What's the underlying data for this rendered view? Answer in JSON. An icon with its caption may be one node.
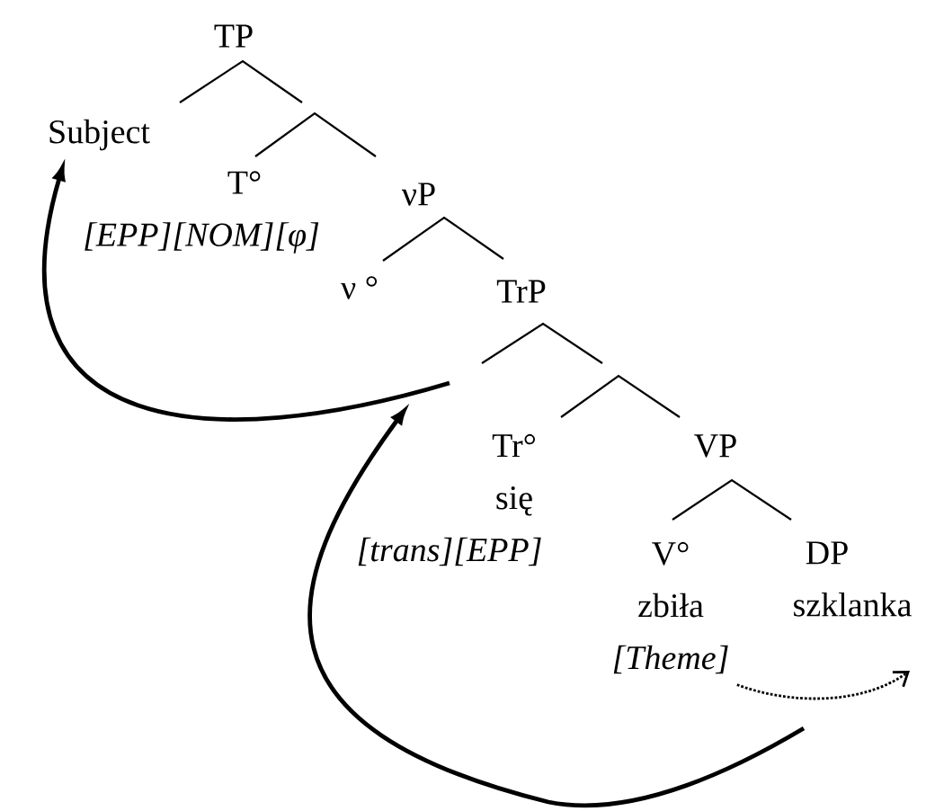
{
  "diagram": {
    "nodes": [
      {
        "text": [
          "TP"
        ]
      },
      {
        "text": [
          "Subject"
        ]
      },
      {
        "text": [
          "T°",
          "[EPP][NOM][φ]"
        ]
      },
      {
        "text": [
          "νP"
        ]
      },
      {
        "text": [
          "ν °"
        ]
      },
      {
        "text": [
          "TrP"
        ]
      },
      {
        "text": [
          "Tr°",
          "się",
          "[trans][EPP]"
        ]
      },
      {
        "text": [
          "VP"
        ]
      },
      {
        "text": [
          "V°",
          "zbiła",
          "[Theme]"
        ]
      },
      {
        "text": [
          "DP",
          "szklanka"
        ]
      }
    ],
    "edges": [
      {
        "from": null,
        "to": 1,
        "arrow": "to"
      },
      {
        "from": 8,
        "to": null,
        "arrow": "to",
        "style": "dashed"
      },
      {
        "from": 2,
        "to": 3,
        "arrow": "none"
      },
      {
        "from": 4,
        "to": 5,
        "arrow": "none"
      },
      {
        "from": 6,
        "to": 7,
        "arrow": "none"
      },
      {
        "from": 8,
        "to": 9,
        "arrow": "none"
      }
    ]
  }
}
